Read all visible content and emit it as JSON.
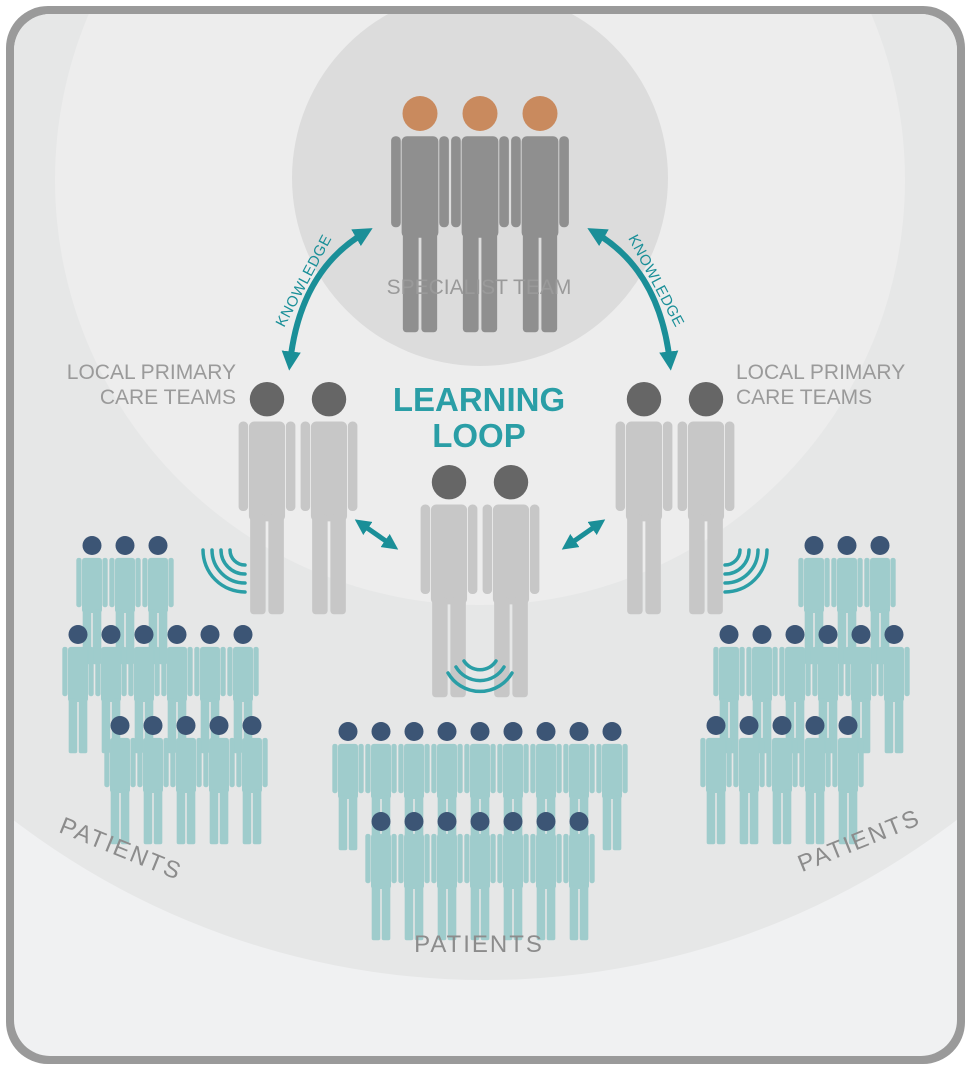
{
  "diagram": {
    "specialist_team_label": "SPECIALIST TEAM",
    "knowledge_left_label": "KNOWLEDGE",
    "knowledge_right_label": "KNOWLEDGE",
    "local_left_label_line1": "LOCAL PRIMARY",
    "local_left_label_line2": "CARE TEAMS",
    "local_right_label_line1": "LOCAL PRIMARY",
    "local_right_label_line2": "CARE TEAMS",
    "learning_loop_line1": "LEARNING",
    "learning_loop_line2": "LOOP",
    "patients_left_label": "PATIENTS",
    "patients_center_label": "PATIENTS",
    "patients_right_label": "PATIENTS"
  },
  "colors": {
    "frame": "#9a9a9a",
    "outer_background": "#f0f1f2",
    "ring_light": "#e6e7e7",
    "ring_inner": "#dcdcdc",
    "specialist_head": "#c98a5e",
    "specialist_body": "#8f8f8f",
    "care_team_head": "#666666",
    "care_team_body": "#c7c7c7",
    "patient_head": "#3c5575",
    "patient_body": "#9fcccc",
    "accent_teal": "#1a8f98"
  }
}
